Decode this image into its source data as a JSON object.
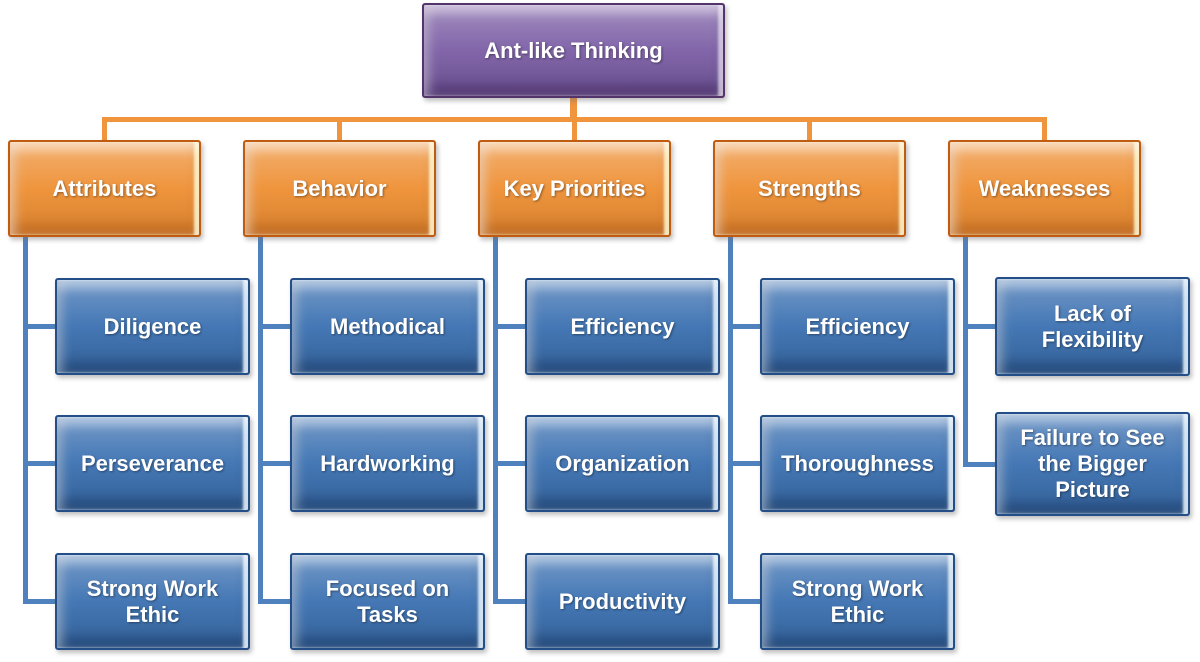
{
  "diagram": {
    "root": {
      "label": "Ant-like Thinking"
    },
    "columns": [
      {
        "label": "Attributes",
        "children": [
          "Diligence",
          "Perseverance",
          "Strong Work Ethic"
        ]
      },
      {
        "label": "Behavior",
        "children": [
          "Methodical",
          "Hardworking",
          "Focused on Tasks"
        ]
      },
      {
        "label": "Key Priorities",
        "children": [
          "Efficiency",
          "Organization",
          "Productivity"
        ]
      },
      {
        "label": "Strengths",
        "children": [
          "Efficiency",
          "Thoroughness",
          "Strong Work Ethic"
        ]
      },
      {
        "label": "Weaknesses",
        "children": [
          "Lack of Flexibility",
          "Failure to See the Bigger Picture"
        ]
      }
    ]
  },
  "colors": {
    "root_fill": "#7A5CA4",
    "root_border": "#54356B",
    "category_fill": "#EE8F33",
    "category_border": "#C05C12",
    "child_fill": "#3D72B2",
    "child_border": "#234E87",
    "orange_line": "#F0943D",
    "blue_line": "#4E81BD",
    "text": "#FFFFFF"
  }
}
